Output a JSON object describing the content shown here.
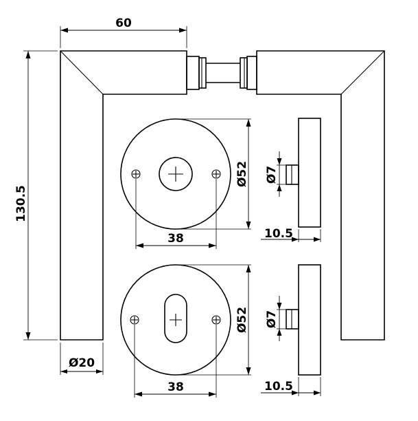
{
  "dimensions": {
    "handle_projection": "60",
    "handle_length": "130.5",
    "handle_diameter": "Ø20",
    "rose_diameter_upper": "Ø52",
    "rose_diameter_lower": "Ø52",
    "screw_spacing_upper": "38",
    "screw_spacing_lower": "38",
    "spindle_diameter_upper": "Ø7",
    "spindle_diameter_lower": "Ø7",
    "rose_thickness_upper": "10.5",
    "rose_thickness_lower": "10.5"
  }
}
